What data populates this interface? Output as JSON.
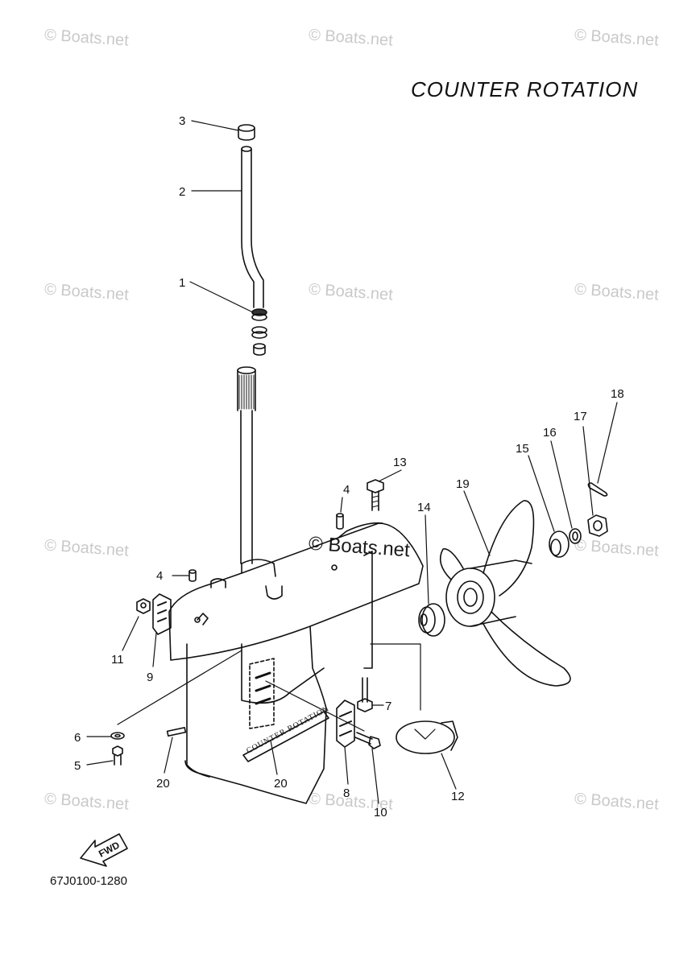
{
  "title": "COUNTER ROTATION",
  "diagram_code": "67J0100-1280",
  "watermark": "© Boats.net",
  "decal_text": "COUNTER ROTATION",
  "fwd_label": "FWD",
  "callouts": [
    "3",
    "2",
    "1",
    "4",
    "13",
    "14",
    "19",
    "15",
    "16",
    "17",
    "18",
    "4",
    "11",
    "9",
    "7",
    "6",
    "5",
    "20",
    "20",
    "8",
    "10",
    "12"
  ]
}
